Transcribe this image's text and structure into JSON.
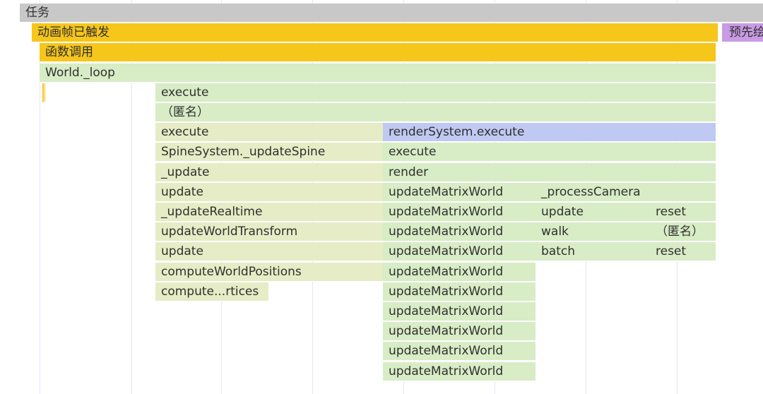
{
  "colors": {
    "task": "#c8c8c8",
    "frame": "#f6c61a",
    "purple": "#c99be4",
    "green": "#d8ecc6",
    "olive": "#e6ecc5",
    "blue": "#c0c9f1",
    "grid": "#e3e8f3"
  },
  "flame": {
    "bars": [
      {
        "label": "任务",
        "color": "task"
      },
      {
        "label": "动画帧已触发",
        "color": "frame"
      },
      {
        "label": "预先绘",
        "color": "purple"
      },
      {
        "label": "函数调用",
        "color": "frame"
      },
      {
        "label": "World._loop",
        "color": "green"
      },
      {
        "label": "",
        "color": "frame"
      },
      {
        "label": "execute",
        "color": "green"
      },
      {
        "label": "（匿名）",
        "color": "green"
      },
      {
        "label": "execute",
        "color": "olive"
      },
      {
        "label": "renderSystem.execute",
        "color": "blue"
      },
      {
        "label": "SpineSystem._updateSpine",
        "color": "olive"
      },
      {
        "label": "execute",
        "color": "green"
      },
      {
        "label": "_update",
        "color": "olive"
      },
      {
        "label": "render",
        "color": "green"
      },
      {
        "label": "update",
        "color": "olive"
      },
      {
        "label": "updateMatrixWorld",
        "color": "green"
      },
      {
        "label": "_processCamera",
        "color": "green"
      },
      {
        "label": "_updateRealtime",
        "color": "olive"
      },
      {
        "label": "updateMatrixWorld",
        "color": "green"
      },
      {
        "label": "update",
        "color": "green"
      },
      {
        "label": "reset",
        "color": "green"
      },
      {
        "label": "updateWorldTransform",
        "color": "olive"
      },
      {
        "label": "updateMatrixWorld",
        "color": "green"
      },
      {
        "label": "walk",
        "color": "green"
      },
      {
        "label": "（匿名）",
        "color": "green"
      },
      {
        "label": "update",
        "color": "olive"
      },
      {
        "label": "updateMatrixWorld",
        "color": "green"
      },
      {
        "label": "batch",
        "color": "green"
      },
      {
        "label": "reset",
        "color": "green"
      },
      {
        "label": "computeWorldPositions",
        "color": "olive"
      },
      {
        "label": "updateMatrixWorld",
        "color": "green"
      },
      {
        "label": "compute...rtices",
        "color": "olive"
      },
      {
        "label": "updateMatrixWorld",
        "color": "green"
      },
      {
        "label": "updateMatrixWorld",
        "color": "green"
      },
      {
        "label": "updateMatrixWorld",
        "color": "green"
      },
      {
        "label": "updateMatrixWorld",
        "color": "green"
      },
      {
        "label": "updateMatrixWorld",
        "color": "green"
      }
    ]
  }
}
